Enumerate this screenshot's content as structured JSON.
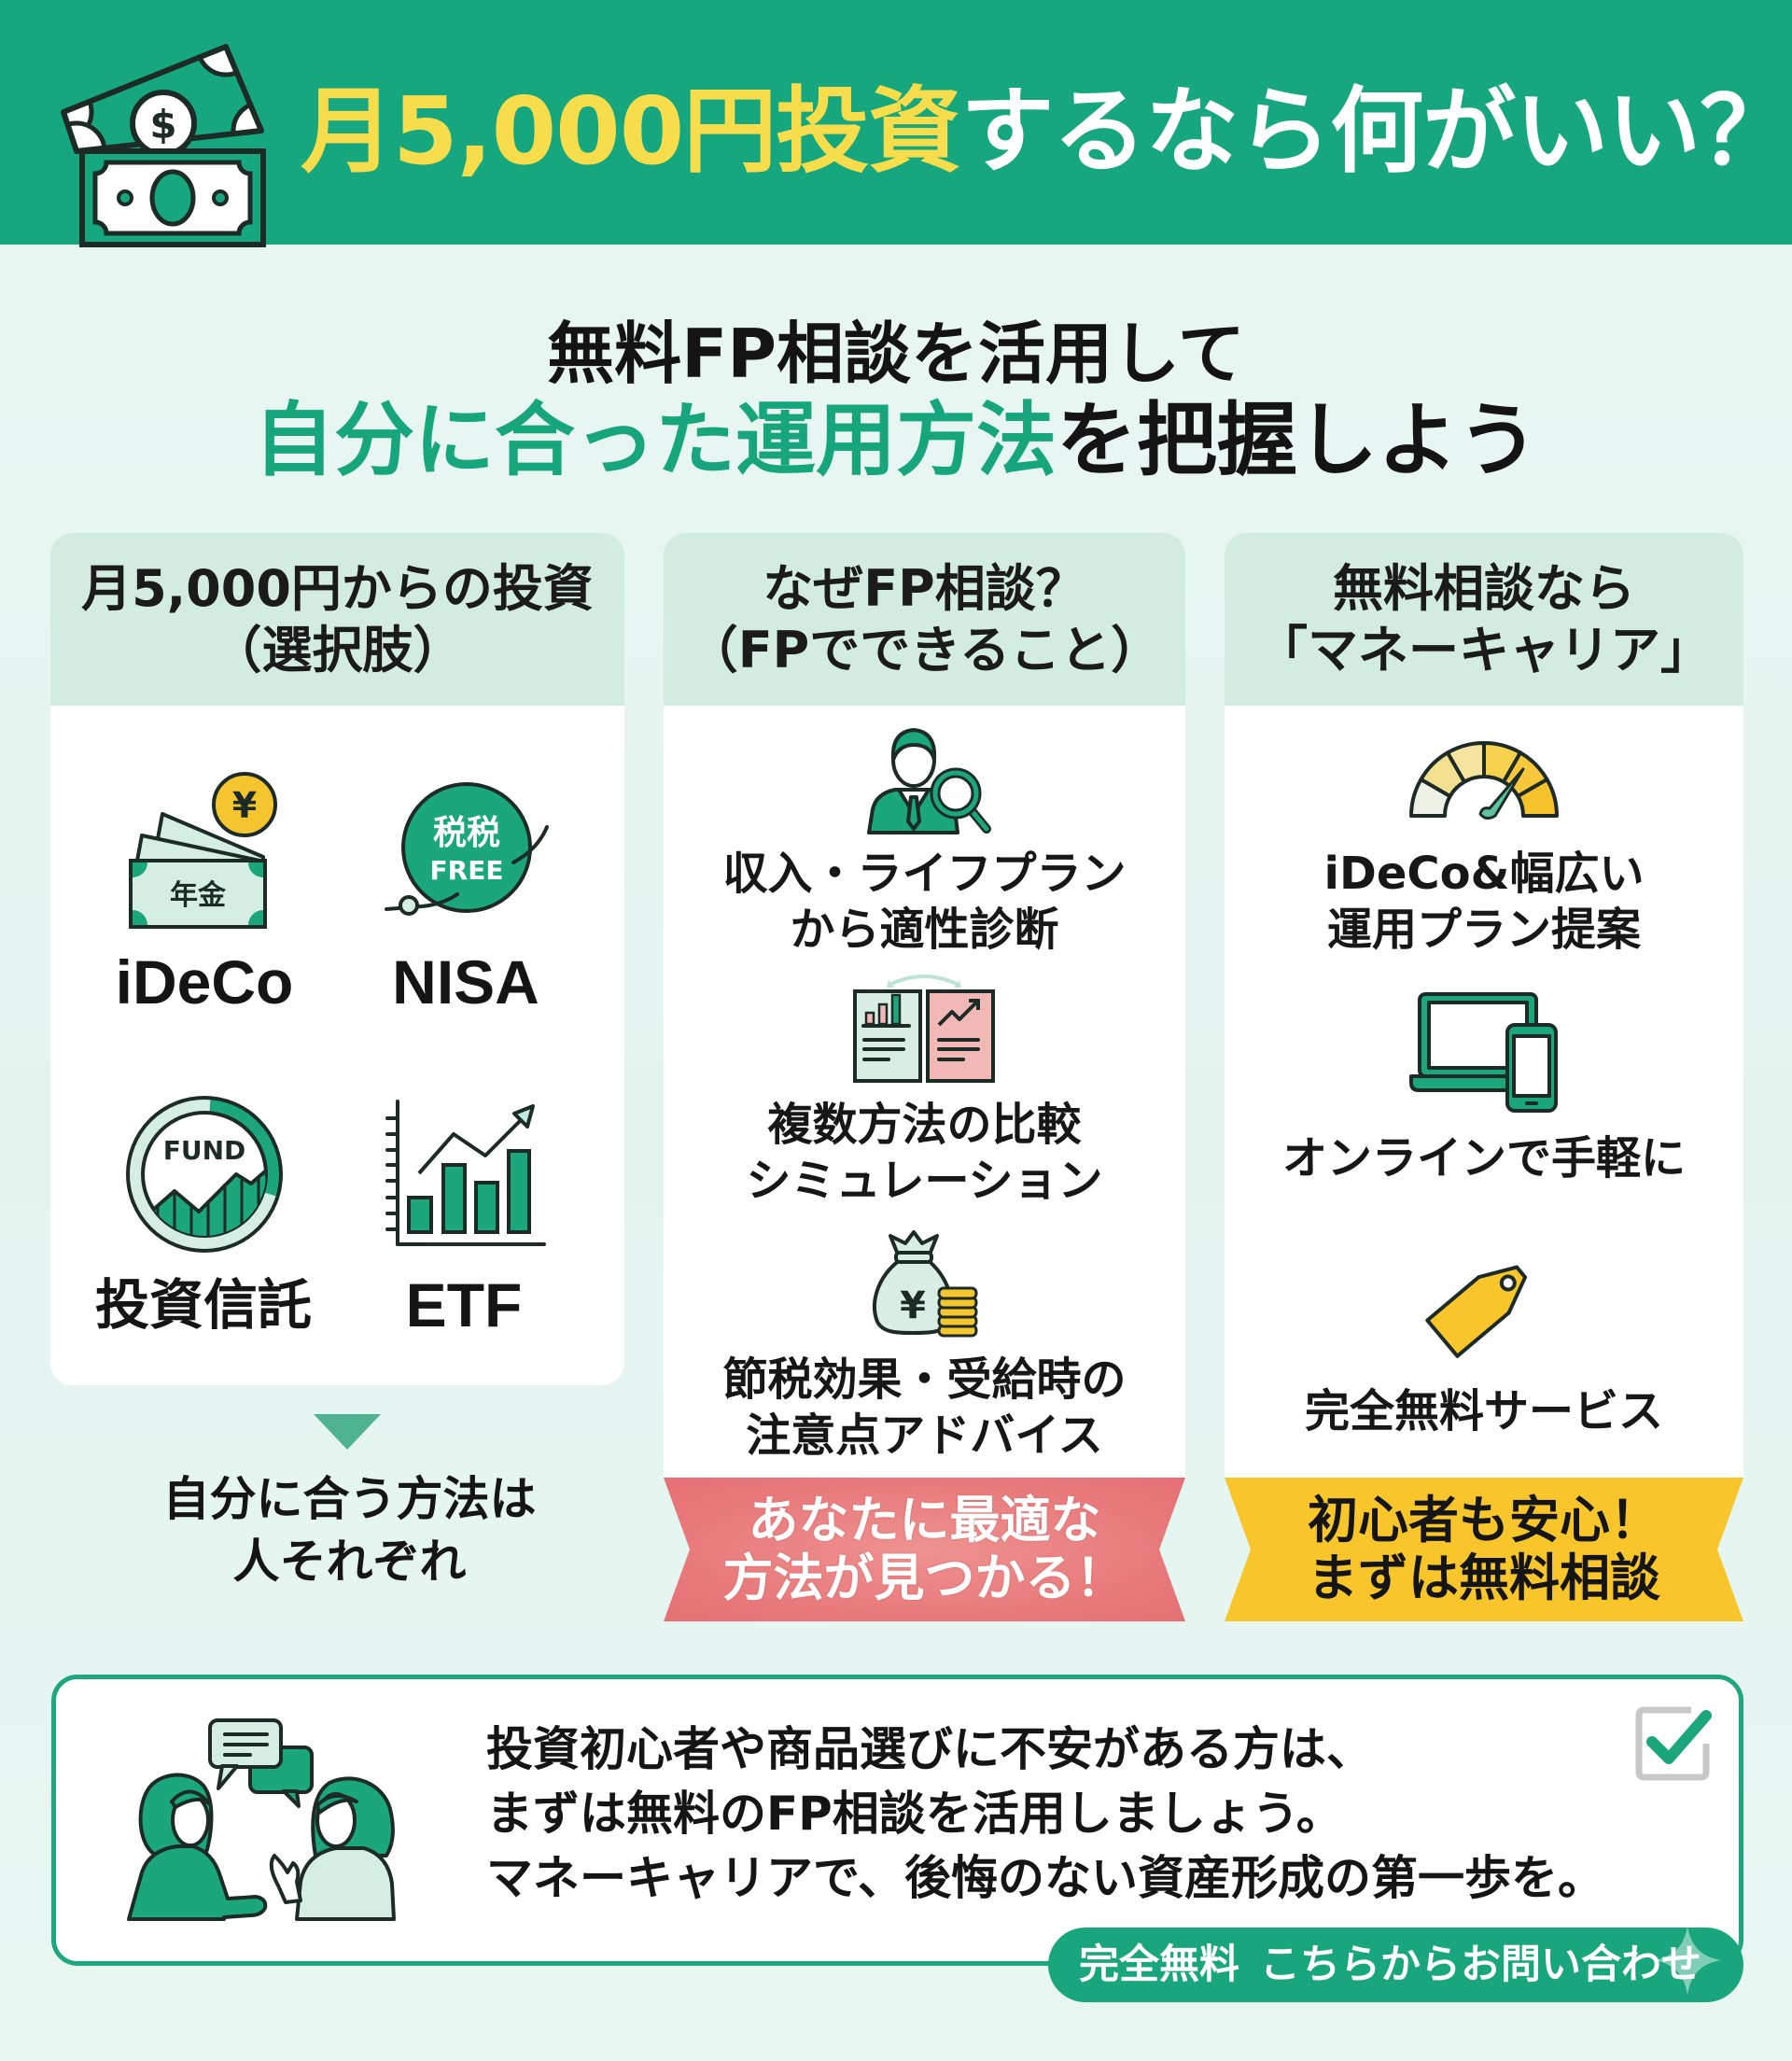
{
  "header": {
    "title_highlight": "月5,000円投資",
    "title_rest": "するなら何がいい？",
    "icon": "money-bills-icon",
    "icon_coin_symbol": "$"
  },
  "headline": {
    "line1": "無料FP相談を活用して",
    "line2_highlight": "自分に合った運用方法",
    "line2_rest": "を把握しよう"
  },
  "cards": [
    {
      "title_line1": "月5,000円からの投資",
      "title_line2": "（選択肢）",
      "options": [
        {
          "label": "iDeCo",
          "icon": "pension-bills-icon",
          "icon_text": "年金",
          "coin_symbol": "¥"
        },
        {
          "label": "NISA",
          "icon": "tax-free-badge-icon",
          "icon_text_1": "税税",
          "icon_text_2": "FREE"
        },
        {
          "label": "投資信託",
          "icon": "fund-chart-icon",
          "icon_text": "FUND"
        },
        {
          "label": "ETF",
          "icon": "bar-chart-icon"
        }
      ],
      "footer_line1": "自分に合う方法は",
      "footer_line2": "人それぞれ"
    },
    {
      "title_line1": "なぜFP相談？",
      "title_line2": "（FPでできること）",
      "items": [
        {
          "line1": "収入・ライフプラン",
          "line2": "から適性診断",
          "icon": "advisor-magnifier-icon"
        },
        {
          "line1": "複数方法の比較",
          "line2": "シミュレーション",
          "icon": "compare-documents-icon"
        },
        {
          "line1": "節税効果・受給時の",
          "line2": "注意点アドバイス",
          "icon": "money-bag-icon",
          "coin_symbol": "¥"
        }
      ],
      "banner_line1": "あなたに最適な",
      "banner_line2": "方法が見つかる！"
    },
    {
      "title_line1": "無料相談なら",
      "title_line2": "「マネーキャリア」",
      "items": [
        {
          "line1": "iDeCo&幅広い",
          "line2": "運用プラン提案",
          "icon": "gauge-icon"
        },
        {
          "line1": "オンラインで手軽に",
          "icon": "laptop-phone-icon"
        },
        {
          "line1": "完全無料サービス",
          "icon": "price-tag-icon"
        }
      ],
      "banner_line1": "初心者も安心！",
      "banner_line2": "まずは無料相談"
    }
  ],
  "cta_box": {
    "lines": [
      "投資初心者や商品選びに不安がある方は、",
      "まずは無料のFP相談を活用しましょう。",
      "マネーキャリアで、後悔のない資産形成の第一歩を。"
    ],
    "button_prefix": "完全無料",
    "button_label": "こちらからお問い合わせ",
    "checked": true,
    "illustration": "consultation-people-icon"
  },
  "colors": {
    "header_green": "#17A77F",
    "title_yellow": "#F7DD4B",
    "accent_green": "#17A67B",
    "card_header_bg": "#D3ECE2",
    "banner_red": "#E8787A",
    "banner_yellow": "#F8C62A",
    "arrow_green": "#4DB391"
  }
}
